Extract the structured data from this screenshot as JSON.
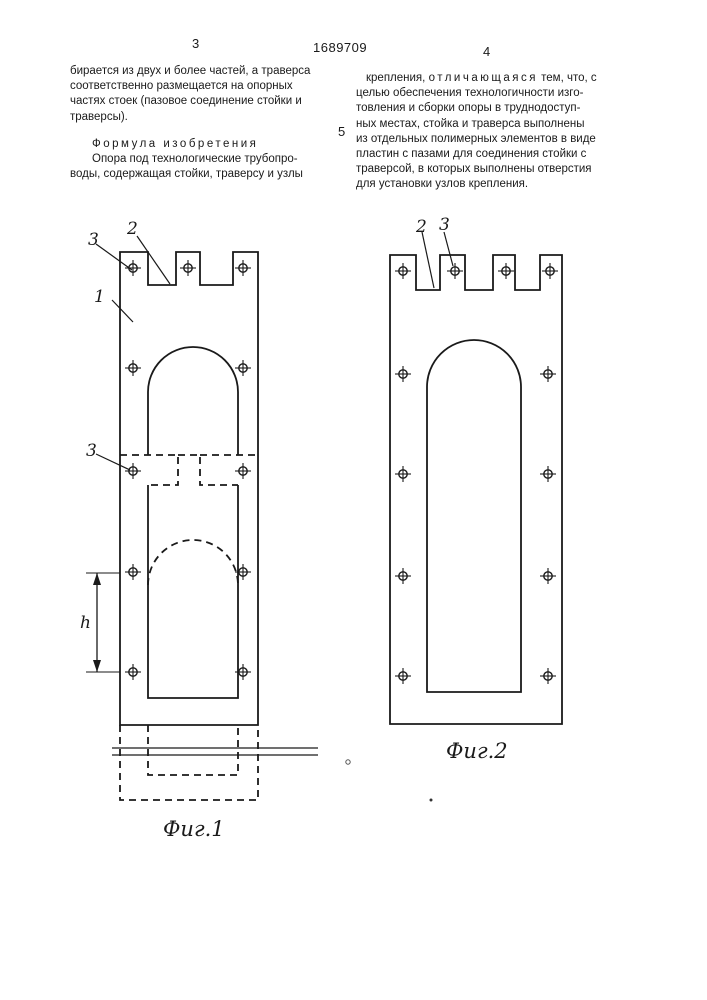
{
  "header": {
    "page_left": "3",
    "patent_number": "1689709",
    "page_right": "4"
  },
  "left_column": {
    "lines": [
      "бирается из двух и более частей, а траверса",
      "соответственно размещается на опорных",
      "частях стоек (пазовое соединение стойки и",
      "траверсы)."
    ],
    "claims_title": "Формула изобретения",
    "claim_lines": [
      "Опора под технологические трубопро-",
      "воды, содержащая стойки, траверсу и узлы"
    ]
  },
  "line_marker": "5",
  "right_column": {
    "line1_start": "крепления,",
    "line1_spaced": "отличающаяся",
    "line1_end": "тем, что, с",
    "lines": [
      "целью обеспечения технологичности изго-",
      "товления и сборки опоры в труднодоступ-",
      "ных местах, стойка и траверса выполнены",
      "из отдельных полимерных элементов в виде",
      "пластин с пазами для соединения стойки с",
      "траверсой, в которых выполнены отверстия",
      "для установки узлов крепления."
    ]
  },
  "figure1": {
    "caption": "Фиг.1",
    "label_stand": "1",
    "label_slot": "2",
    "label_hole_top": "3",
    "label_hole_mid": "3",
    "dimension_label": "h"
  },
  "figure2": {
    "caption": "Фиг.2",
    "label_slot": "2",
    "label_hole": "3"
  }
}
